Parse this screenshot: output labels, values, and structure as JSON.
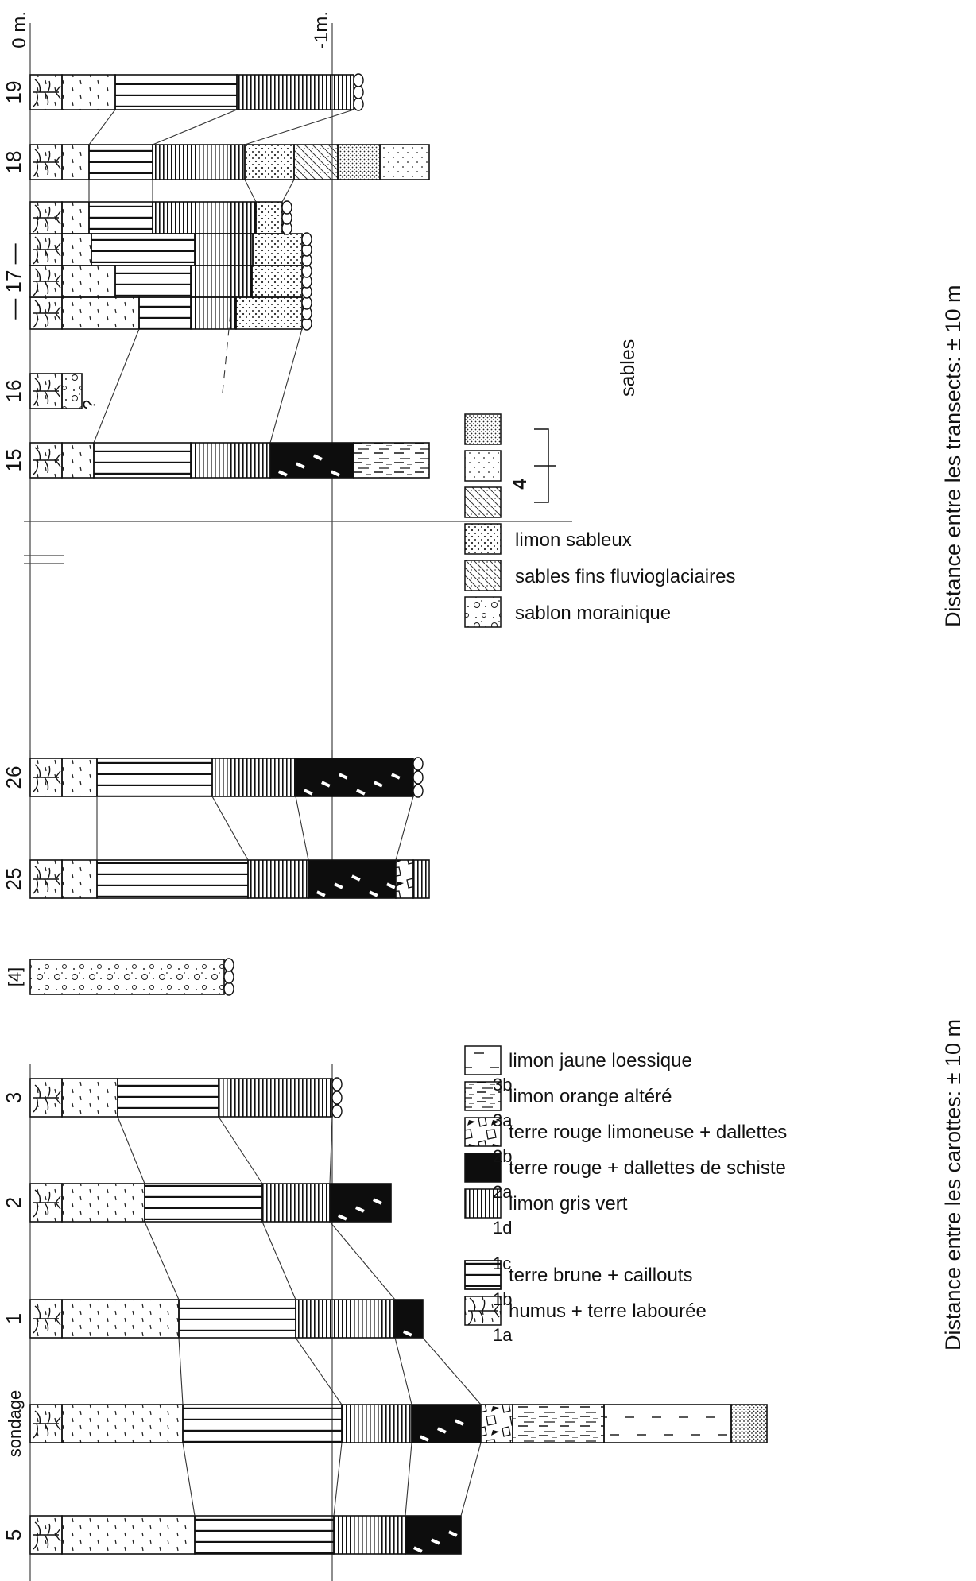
{
  "core_labels": {
    "c5": "5",
    "sondage": "sondage",
    "c1": "1",
    "c2": "2",
    "c3": "3",
    "c4": "[4]",
    "c25": "25",
    "c26": "26",
    "c15": "15",
    "c16": "16",
    "c17": "— 17 —",
    "c18": "18",
    "c19": "19",
    "q": "?"
  },
  "depth_labels": {
    "zero": "0 m.",
    "one": "-1m."
  },
  "legend_left": [
    {
      "code": "1a",
      "pattern": "humus",
      "text": "humus + terre labourée"
    },
    {
      "code": "1b",
      "pattern": "vert",
      "text": "terre brune + caillouts"
    },
    {
      "code": "1c",
      "pattern": "",
      "text": ""
    },
    {
      "code": "1d",
      "pattern": "horiz",
      "text": "limon  gris vert"
    },
    {
      "code": "2a",
      "pattern": "black",
      "text": "terre rouge + dallettes de schiste"
    },
    {
      "code": "2b",
      "pattern": "chunks",
      "text": "terre rouge limoneuse + dallettes"
    },
    {
      "code": "3a",
      "pattern": "hash",
      "text": "limon orange altéré"
    },
    {
      "code": "3b",
      "pattern": "loess",
      "text": "limon jaune  loessique"
    }
  ],
  "legend_left_caption": "Distance  entre les carottes: ± 10 m",
  "legend_right": [
    {
      "pattern": "moraine",
      "text": "sablon morainique"
    },
    {
      "pattern": "fluvio",
      "text": "sables fins fluvioglaciaires"
    },
    {
      "pattern": "limonsab",
      "text": "limon  sableux"
    }
  ],
  "legend_right_sables": "sables",
  "legend_right_number": "4",
  "legend_right_caption": "Distance  entre  les transects: ± 10 m"
}
